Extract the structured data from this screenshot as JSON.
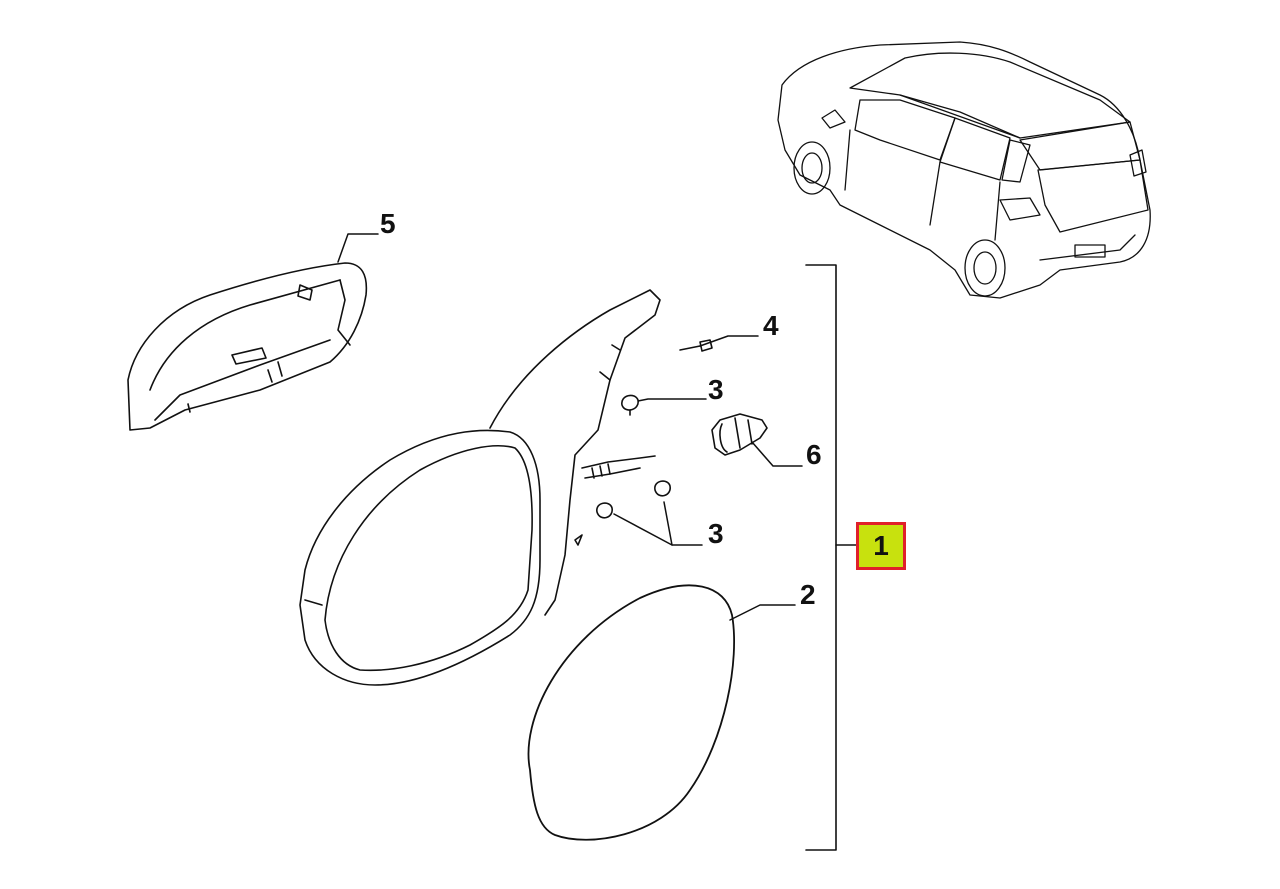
{
  "callouts": {
    "part_5": "5",
    "part_4": "4",
    "part_3_upper": "3",
    "part_6": "6",
    "part_3_lower": "3",
    "part_2": "2",
    "part_1": "1"
  },
  "colors": {
    "line": "#111111",
    "highlight_fill": "#c8e10e",
    "highlight_border": "#e0202a"
  },
  "icons": {
    "vehicle": "hatchback-car-illustration",
    "mirror": "side-mirror-assembly",
    "cover": "mirror-cap",
    "glass": "mirror-glass"
  }
}
